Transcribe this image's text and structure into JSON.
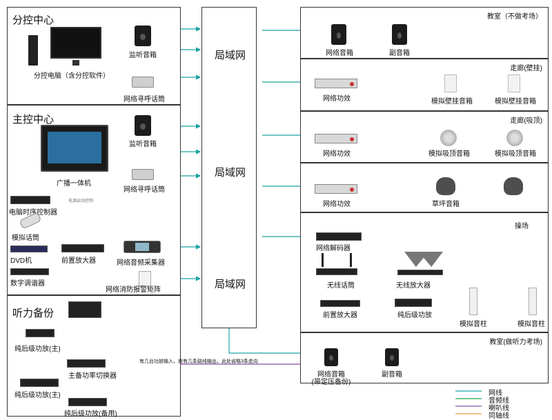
{
  "left_panel": {
    "branch": {
      "title": "分控中心",
      "pc_label": "分控电脑（含分控软件）",
      "monitor_label": "监听音箱",
      "paging_label": "网络寻呼话筒"
    },
    "main": {
      "title": "主控中心",
      "broadcast_label": "广播一体机",
      "monitor_label": "监听音箱",
      "paging_label": "网络寻呼话筒",
      "sequencer_label": "电脑时序控制器",
      "sequencer_note": "电源启动控制",
      "mic_label": "模拟话筒",
      "dvd_label": "DVD机",
      "tuner_label": "数字调谐器",
      "preamp_label": "前置放大器",
      "collector_label": "网络音频采集器",
      "fire_label": "网络消防报警矩阵"
    },
    "backup": {
      "title": "听力备份",
      "amp_main_1": "纯后级功放(主)",
      "amp_main_2": "纯后级功放(主)",
      "switcher_label": "主备功率切换器",
      "amp_backup": "纯后级功放(备用)",
      "note": "有几台功放输入，就有几条路线输出，此处省略3条走向"
    }
  },
  "lan": {
    "top": "局域网",
    "middle": "局域网",
    "bottom": "局域网"
  },
  "zones": {
    "classroom": {
      "title": "教室（不做考场）",
      "dev1": "网络音箱",
      "dev2": "副音箱"
    },
    "corridor_wall": {
      "title": "走廊(壁挂)",
      "dev1": "网络功效",
      "dev2": "模拟壁挂音箱",
      "dev3": "模拟壁挂音箱"
    },
    "corridor_ceiling": {
      "title": "走廊(吸顶)",
      "dev1": "网络功效",
      "dev2": "模拟吸顶音箱",
      "dev3": "模拟吸顶音箱"
    },
    "lawn": {
      "dev1": "网络功效",
      "dev2": "草坪音箱"
    },
    "playground": {
      "title": "操场",
      "decoder": "网络解码器",
      "wireless_mic": "无线话筒",
      "wireless_amp": "无线放大器",
      "preamp": "前置放大器",
      "power_amp": "纯后级功放",
      "column1": "模拟音柱",
      "column2": "模拟音柱"
    },
    "exam_room": {
      "title": "教室(做听力考场)",
      "dev1_line1": "网络音箱",
      "dev1_line2": "(带定压备份)",
      "dev2": "副音箱"
    }
  },
  "legend": [
    {
      "label": "网线",
      "color": "#1ba3a3"
    },
    {
      "label": "音频线",
      "color": "#1aa64a"
    },
    {
      "label": "喇叭线",
      "color": "#8a4fa8"
    },
    {
      "label": "同轴线",
      "color": "#e8a040"
    }
  ],
  "colors": {
    "network": "#1ba3a3",
    "audio": "#1aa64a",
    "speaker": "#8a4fa8",
    "coax": "#e8a040",
    "power": "#d03030"
  }
}
